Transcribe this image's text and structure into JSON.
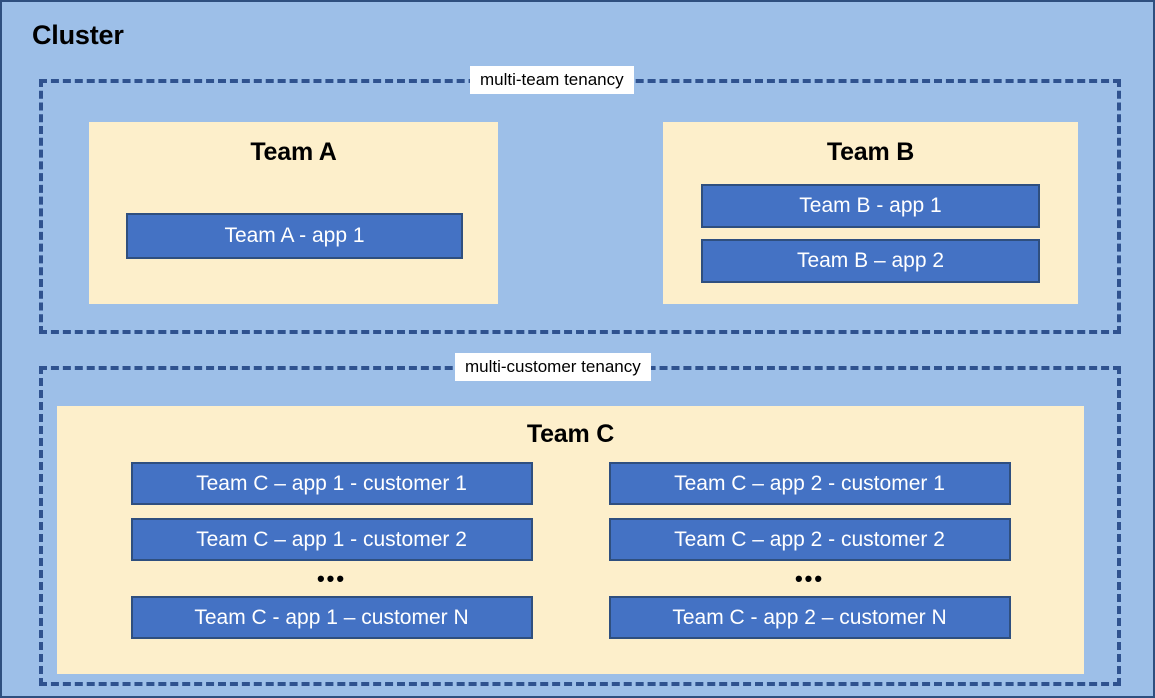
{
  "cluster": {
    "title": "Cluster",
    "background_color": "#9DBFE8",
    "border_color": "#2F4F7F"
  },
  "zones": {
    "multi_team": {
      "label": "multi-team tenancy",
      "border_color": "#2F528F",
      "border_style": "dashed",
      "teams": [
        {
          "id": "team-a",
          "heading": "Team A",
          "panel_color": "#FDEFCB",
          "apps": [
            {
              "label": "Team A - app 1"
            }
          ]
        },
        {
          "id": "team-b",
          "heading": "Team B",
          "panel_color": "#FDEFCB",
          "apps": [
            {
              "label": "Team B - app 1"
            },
            {
              "label": "Team B – app 2"
            }
          ]
        }
      ]
    },
    "multi_customer": {
      "label": "multi-customer tenancy",
      "border_color": "#2F528F",
      "border_style": "dashed",
      "teams": [
        {
          "id": "team-c",
          "heading": "Team C",
          "panel_color": "#FDEFCB",
          "columns": [
            {
              "id": "team-c-app1",
              "apps_top": [
                {
                  "label": "Team C – app 1 - customer 1"
                },
                {
                  "label": "Team C – app 1 - customer 2"
                }
              ],
              "ellipsis": "•••",
              "apps_bottom": [
                {
                  "label": "Team C - app 1 – customer N"
                }
              ]
            },
            {
              "id": "team-c-app2",
              "apps_top": [
                {
                  "label": "Team C – app 2 - customer 1"
                },
                {
                  "label": "Team C – app 2 - customer 2"
                }
              ],
              "ellipsis": "•••",
              "apps_bottom": [
                {
                  "label": "Team C - app 2 – customer N"
                }
              ]
            }
          ]
        }
      ]
    }
  },
  "app_box_style": {
    "fill_color": "#4472C4",
    "border_color": "#2F4F7F",
    "text_color": "#FFFFFF"
  }
}
